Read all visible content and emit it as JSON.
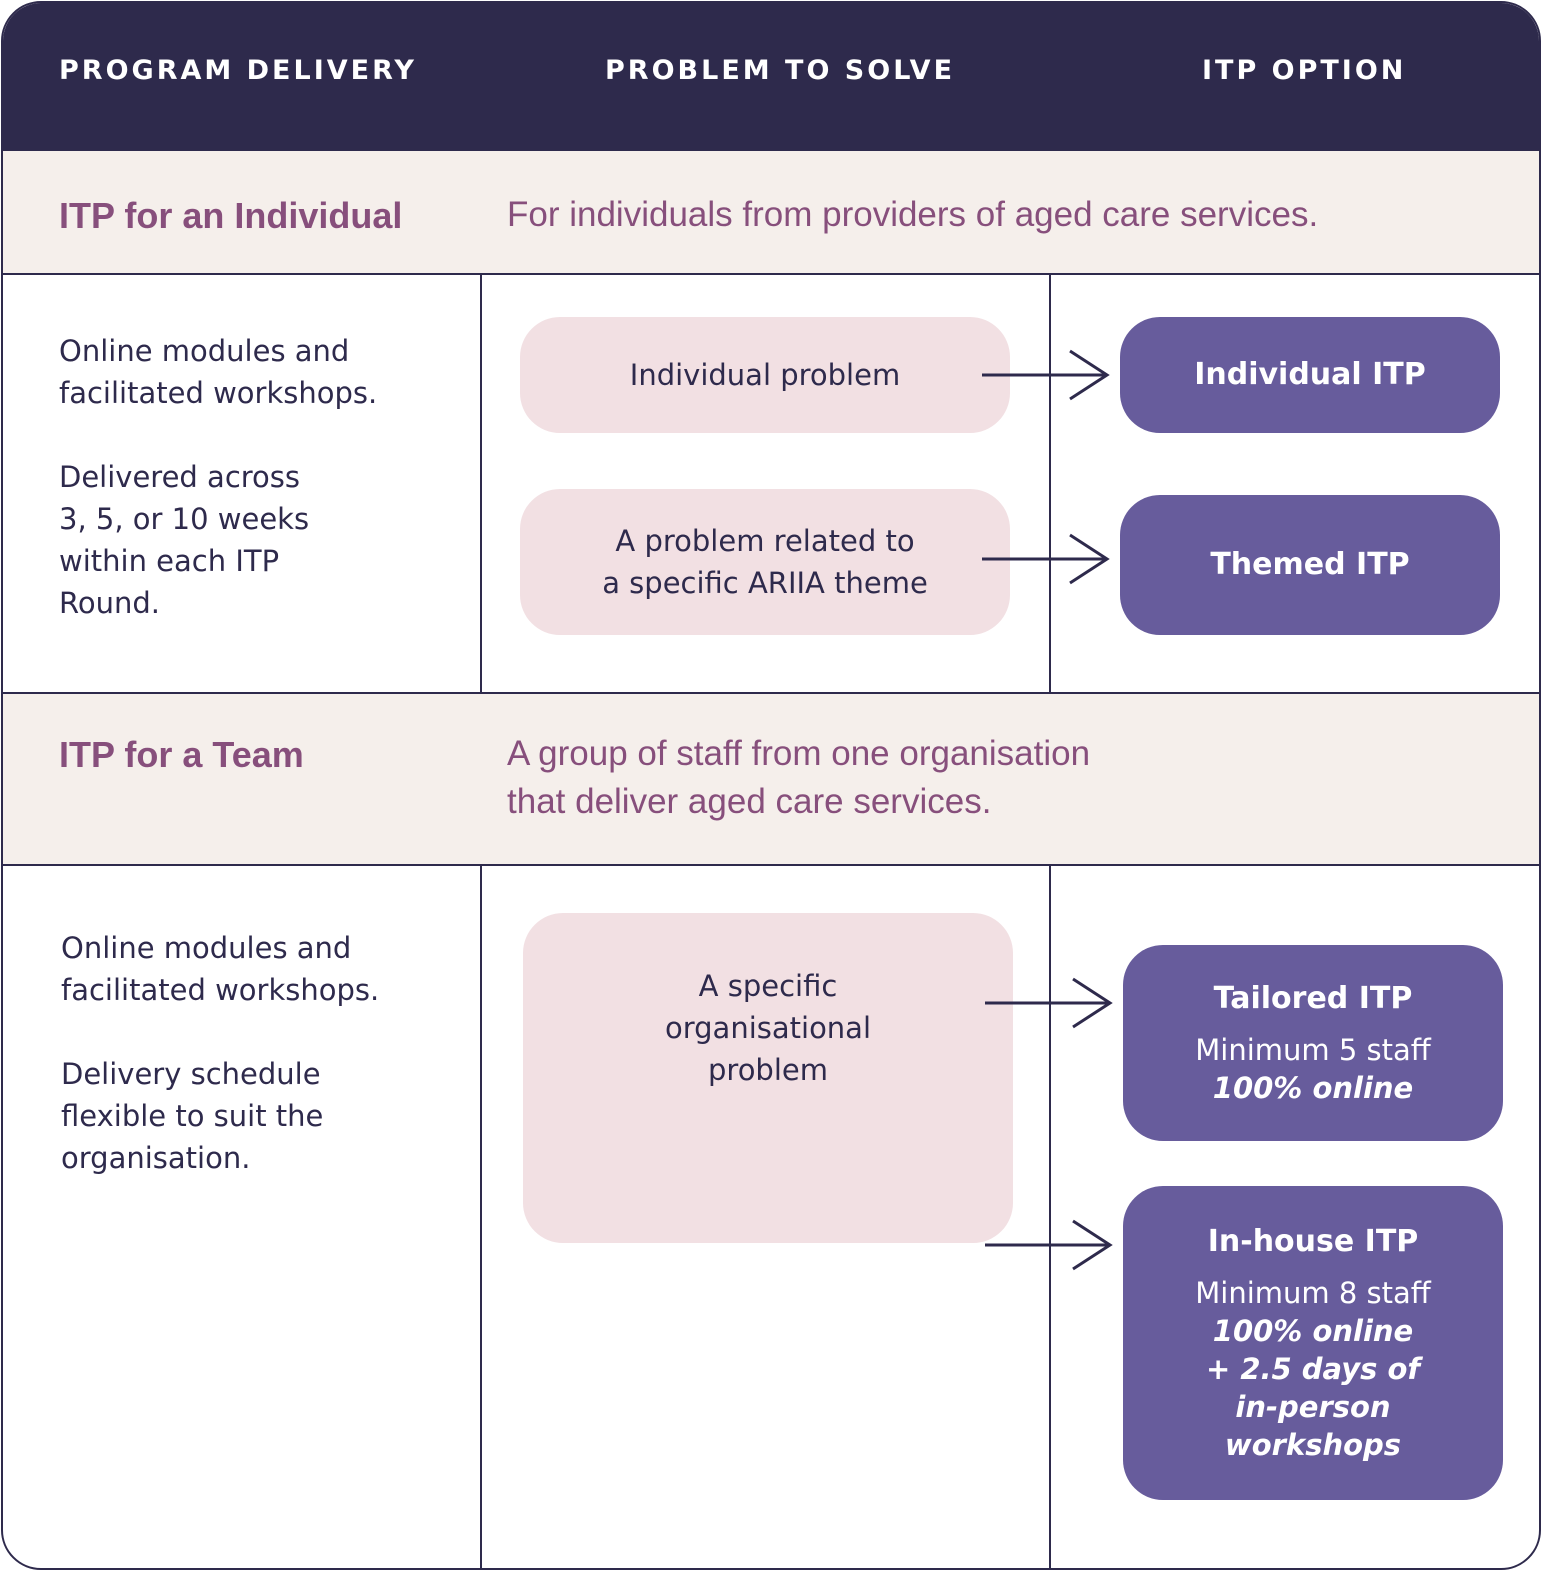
{
  "header": {
    "col_delivery": "PROGRAM DELIVERY",
    "col_problem": "PROBLEM TO SOLVE",
    "col_option": "ITP OPTION"
  },
  "individual": {
    "title": "ITP for an Individual",
    "description": "For individuals from providers of aged care services.",
    "delivery": {
      "para1_line1": "Online modules and",
      "para1_line2": "facilitated workshops.",
      "para2_line1": "Delivered across",
      "para2_line2": "3, 5, or 10 weeks",
      "para2_line3": "within each ITP",
      "para2_line4": "Round."
    },
    "problems": {
      "individual_problem": "Individual problem",
      "theme_problem_line1": "A problem related to",
      "theme_problem_line2": "a specific ARIIA theme"
    },
    "options": {
      "individual_itp": "Individual ITP",
      "themed_itp": "Themed ITP"
    }
  },
  "team": {
    "title": "ITP for a Team",
    "description_line1": "A group of staff from one organisation",
    "description_line2": "that deliver aged care services.",
    "delivery": {
      "para1_line1": "Online modules and",
      "para1_line2": "facilitated workshops.",
      "para2_line1": "Delivery schedule",
      "para2_line2": "flexible to suit the",
      "para2_line3": "organisation."
    },
    "problem": {
      "line1": "A specific",
      "line2": "organisational",
      "line3": "problem"
    },
    "options": {
      "tailored": {
        "title": "Tailored ITP",
        "staff": "Minimum 5 staff",
        "mode": "100% online"
      },
      "inhouse": {
        "title": "In-house ITP",
        "staff": "Minimum 8 staff",
        "mode_line1": "100% online",
        "mode_line2": "+ 2.5 days of",
        "mode_line3": "in-person",
        "mode_line4": "workshops"
      }
    }
  },
  "colors": {
    "header_bg": "#2e2a4c",
    "band_bg": "#f5efeb",
    "band_text": "#874f7c",
    "problem_bg": "#f2e0e3",
    "option_bg": "#675c9c",
    "text_dark": "#2e2a4c"
  },
  "icons": {
    "connector": "arrow-right-icon"
  }
}
